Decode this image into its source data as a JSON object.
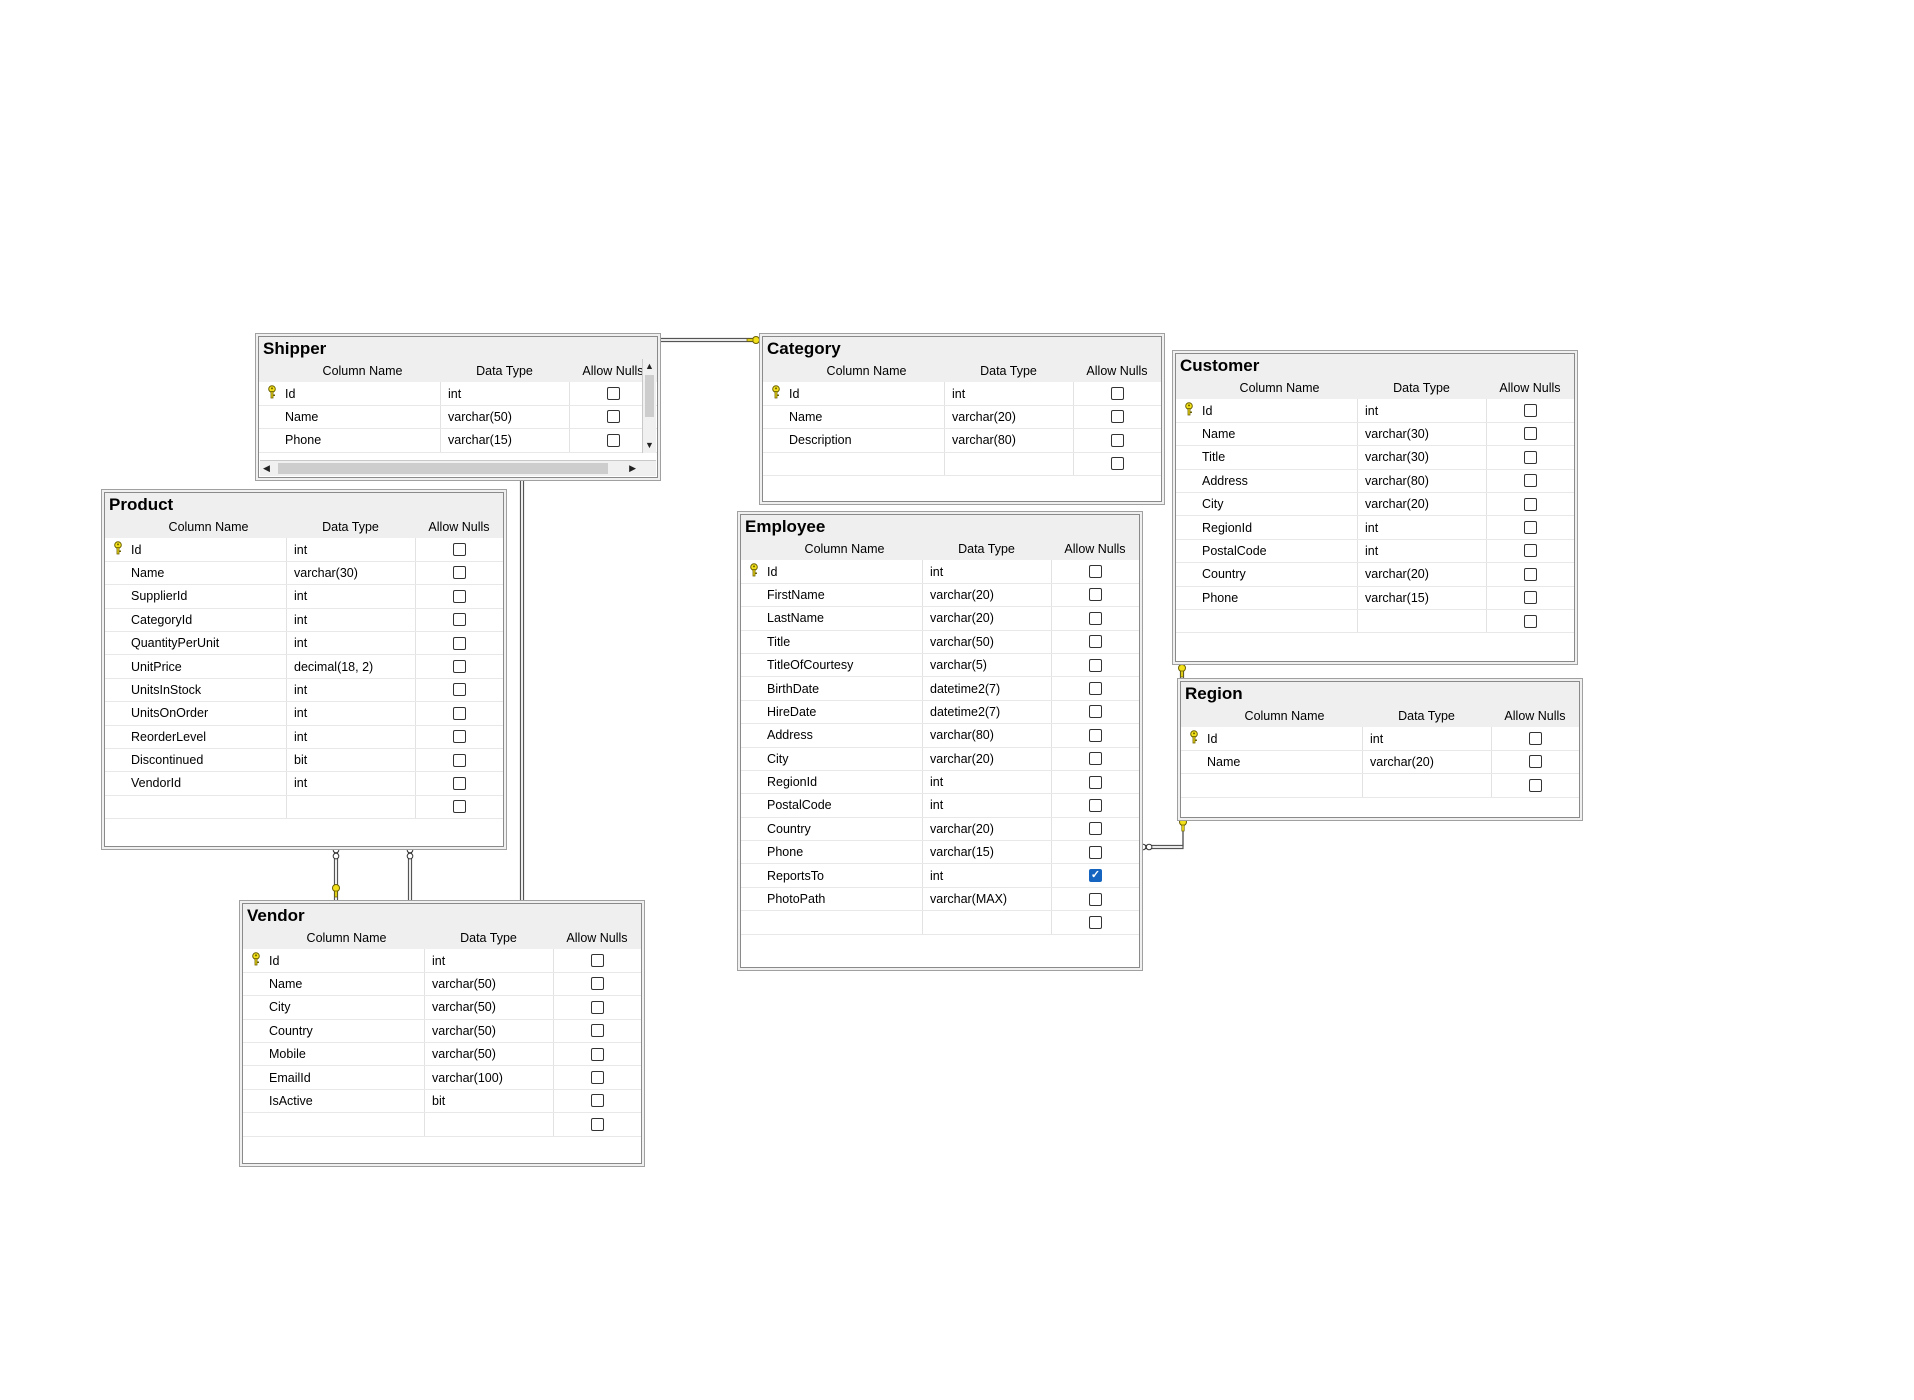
{
  "diagram": {
    "headers": {
      "column_name": "Column Name",
      "data_type": "Data Type",
      "allow_nulls": "Allow Nulls"
    },
    "tables": {
      "shipper": {
        "title": "Shipper",
        "header_allow_nulls": "Allow Nulls",
        "rows": [
          {
            "pk": true,
            "name": "Id",
            "type": "int",
            "nullable": false
          },
          {
            "pk": false,
            "name": "Name",
            "type": "varchar(50)",
            "nullable": false
          },
          {
            "pk": false,
            "name": "Phone",
            "type": "varchar(15)",
            "nullable": false
          }
        ]
      },
      "category": {
        "title": "Category",
        "rows": [
          {
            "pk": true,
            "name": "Id",
            "type": "int",
            "nullable": false
          },
          {
            "pk": false,
            "name": "Name",
            "type": "varchar(20)",
            "nullable": false
          },
          {
            "pk": false,
            "name": "Description",
            "type": "varchar(80)",
            "nullable": false
          },
          {
            "blank": true
          }
        ]
      },
      "customer": {
        "title": "Customer",
        "rows": [
          {
            "pk": true,
            "name": "Id",
            "type": "int",
            "nullable": false
          },
          {
            "pk": false,
            "name": "Name",
            "type": "varchar(30)",
            "nullable": false
          },
          {
            "pk": false,
            "name": "Title",
            "type": "varchar(30)",
            "nullable": false
          },
          {
            "pk": false,
            "name": "Address",
            "type": "varchar(80)",
            "nullable": false
          },
          {
            "pk": false,
            "name": "City",
            "type": "varchar(20)",
            "nullable": false
          },
          {
            "pk": false,
            "name": "RegionId",
            "type": "int",
            "nullable": false
          },
          {
            "pk": false,
            "name": "PostalCode",
            "type": "int",
            "nullable": false
          },
          {
            "pk": false,
            "name": "Country",
            "type": "varchar(20)",
            "nullable": false
          },
          {
            "pk": false,
            "name": "Phone",
            "type": "varchar(15)",
            "nullable": false
          },
          {
            "blank": true
          }
        ]
      },
      "product": {
        "title": "Product",
        "rows": [
          {
            "pk": true,
            "name": "Id",
            "type": "int",
            "nullable": false
          },
          {
            "pk": false,
            "name": "Name",
            "type": "varchar(30)",
            "nullable": false
          },
          {
            "pk": false,
            "name": "SupplierId",
            "type": "int",
            "nullable": false
          },
          {
            "pk": false,
            "name": "CategoryId",
            "type": "int",
            "nullable": false
          },
          {
            "pk": false,
            "name": "QuantityPerUnit",
            "type": "int",
            "nullable": false
          },
          {
            "pk": false,
            "name": "UnitPrice",
            "type": "decimal(18, 2)",
            "nullable": false
          },
          {
            "pk": false,
            "name": "UnitsInStock",
            "type": "int",
            "nullable": false
          },
          {
            "pk": false,
            "name": "UnitsOnOrder",
            "type": "int",
            "nullable": false
          },
          {
            "pk": false,
            "name": "ReorderLevel",
            "type": "int",
            "nullable": false
          },
          {
            "pk": false,
            "name": "Discontinued",
            "type": "bit",
            "nullable": false
          },
          {
            "pk": false,
            "name": "VendorId",
            "type": "int",
            "nullable": false
          },
          {
            "blank": true
          }
        ]
      },
      "employee": {
        "title": "Employee",
        "rows": [
          {
            "pk": true,
            "name": "Id",
            "type": "int",
            "nullable": false
          },
          {
            "pk": false,
            "name": "FirstName",
            "type": "varchar(20)",
            "nullable": false
          },
          {
            "pk": false,
            "name": "LastName",
            "type": "varchar(20)",
            "nullable": false
          },
          {
            "pk": false,
            "name": "Title",
            "type": "varchar(50)",
            "nullable": false
          },
          {
            "pk": false,
            "name": "TitleOfCourtesy",
            "type": "varchar(5)",
            "nullable": false
          },
          {
            "pk": false,
            "name": "BirthDate",
            "type": "datetime2(7)",
            "nullable": false
          },
          {
            "pk": false,
            "name": "HireDate",
            "type": "datetime2(7)",
            "nullable": false
          },
          {
            "pk": false,
            "name": "Address",
            "type": "varchar(80)",
            "nullable": false
          },
          {
            "pk": false,
            "name": "City",
            "type": "varchar(20)",
            "nullable": false
          },
          {
            "pk": false,
            "name": "RegionId",
            "type": "int",
            "nullable": false
          },
          {
            "pk": false,
            "name": "PostalCode",
            "type": "int",
            "nullable": false
          },
          {
            "pk": false,
            "name": "Country",
            "type": "varchar(20)",
            "nullable": false
          },
          {
            "pk": false,
            "name": "Phone",
            "type": "varchar(15)",
            "nullable": false
          },
          {
            "pk": false,
            "name": "ReportsTo",
            "type": "int",
            "nullable": true
          },
          {
            "pk": false,
            "name": "PhotoPath",
            "type": "varchar(MAX)",
            "nullable": false
          },
          {
            "blank": true
          }
        ]
      },
      "region": {
        "title": "Region",
        "rows": [
          {
            "pk": true,
            "name": "Id",
            "type": "int",
            "nullable": false
          },
          {
            "pk": false,
            "name": "Name",
            "type": "varchar(20)",
            "nullable": false
          },
          {
            "blank": true
          }
        ]
      },
      "vendor": {
        "title": "Vendor",
        "rows": [
          {
            "pk": true,
            "name": "Id",
            "type": "int",
            "nullable": false
          },
          {
            "pk": false,
            "name": "Name",
            "type": "varchar(50)",
            "nullable": false
          },
          {
            "pk": false,
            "name": "City",
            "type": "varchar(50)",
            "nullable": false
          },
          {
            "pk": false,
            "name": "Country",
            "type": "varchar(50)",
            "nullable": false
          },
          {
            "pk": false,
            "name": "Mobile",
            "type": "varchar(50)",
            "nullable": false
          },
          {
            "pk": false,
            "name": "EmailId",
            "type": "varchar(100)",
            "nullable": false
          },
          {
            "pk": false,
            "name": "IsActive",
            "type": "bit",
            "nullable": false
          },
          {
            "blank": true
          }
        ]
      }
    },
    "colors": {
      "key": "#f2e01a",
      "key_outline": "#6b6000",
      "checkbox_checked": "#1565c0",
      "line": "#555555",
      "header_bg": "#efefef"
    },
    "icons": {
      "primary_key": "key-icon",
      "checkbox": "checkbox-icon",
      "scroll_up": "scroll-up-arrow-icon",
      "scroll_down": "scroll-down-arrow-icon",
      "scroll_left": "scroll-left-arrow-icon",
      "scroll_right": "scroll-right-arrow-icon"
    }
  }
}
